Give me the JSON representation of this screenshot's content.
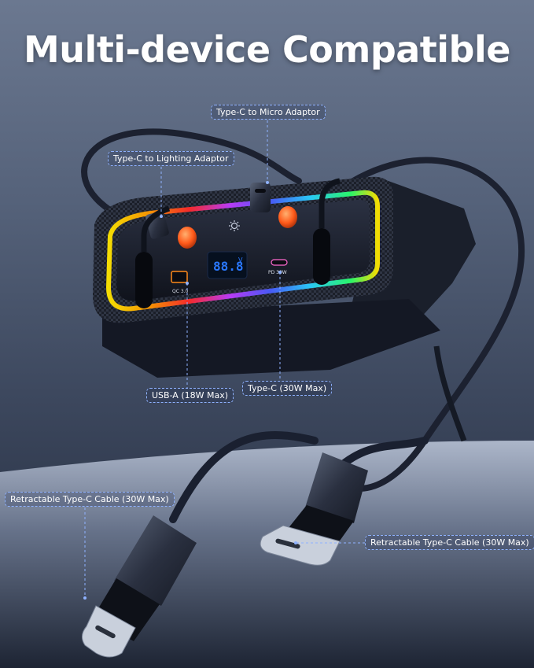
{
  "headline": "Multi-device Compatible",
  "callouts": {
    "micro_adaptor": "Type-C to Micro Adaptor",
    "lightning_adaptor": "Type-C to Lighting Adaptor",
    "usb_a": "USB-A (18W Max)",
    "type_c": "Type-C (30W Max)",
    "cable_left": "Retractable Type-C Cable (30W Max)",
    "cable_right": "Retractable Type-C Cable (30W Max)"
  },
  "device": {
    "display_reading": "88.8",
    "display_unit": "V",
    "usb_a_port_label": "QC 3.0",
    "type_c_port_label": "PD 30W"
  },
  "colors": {
    "callout_border": "#8fb2ff",
    "led_strip": [
      "#ff2a2a",
      "#ff9a00",
      "#ffe600",
      "#2aff6b",
      "#2ad0ff",
      "#4a5bff",
      "#c13bff",
      "#ff2ad0"
    ],
    "display": "#2a78ff",
    "adaptor_tip": "#ff6a2a"
  },
  "icons": [
    "brightness-icon",
    "usb-c-port-icon",
    "usb-a-port-icon"
  ]
}
